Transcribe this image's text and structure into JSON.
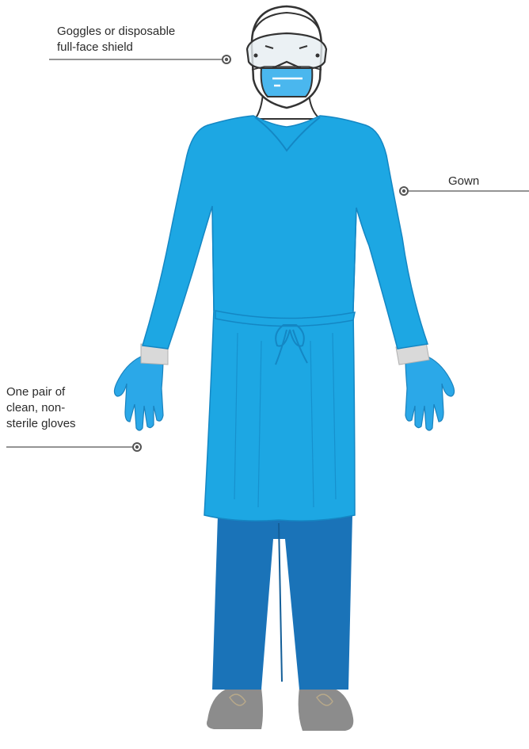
{
  "labels": {
    "goggles": {
      "line1": "Goggles or disposable",
      "line2": "full-face shield"
    },
    "gown": "Gown",
    "gloves": {
      "line1": "One pair of",
      "line2": "clean, non-",
      "line3": "sterile gloves"
    }
  },
  "colors": {
    "gown": "#1da7e3",
    "gown_shade": "#1487c4",
    "scrubs": "#1a73b8",
    "gloves": "#2ba8e8",
    "mask": "#4ab7ee",
    "shoes": "#8c8c8c",
    "outline": "#333333",
    "leader_line": "#555555"
  }
}
